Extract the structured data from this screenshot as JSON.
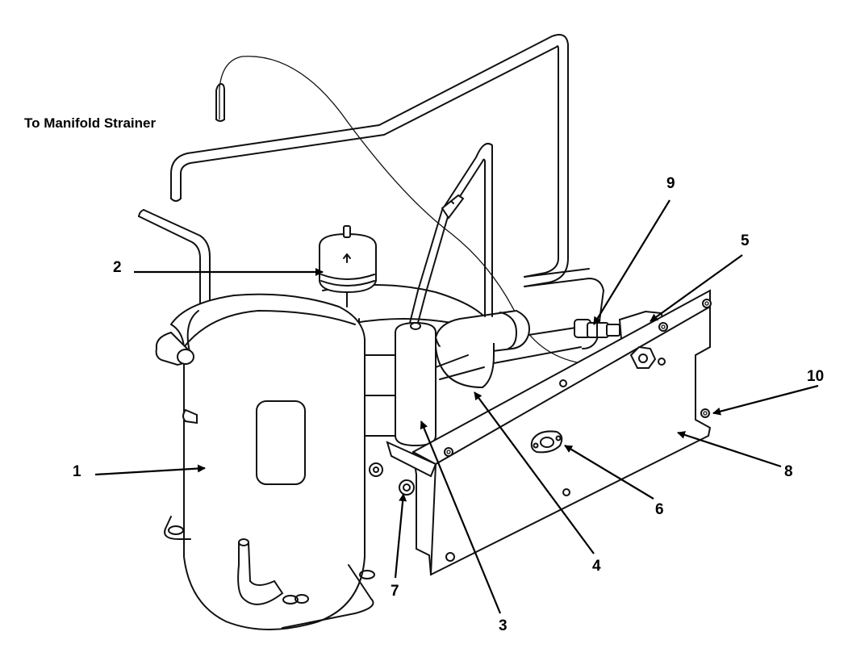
{
  "diagram": {
    "title": "To Manifold Strainer",
    "callouts": [
      "1",
      "2",
      "3",
      "4",
      "5",
      "6",
      "7",
      "8",
      "9",
      "10"
    ]
  }
}
